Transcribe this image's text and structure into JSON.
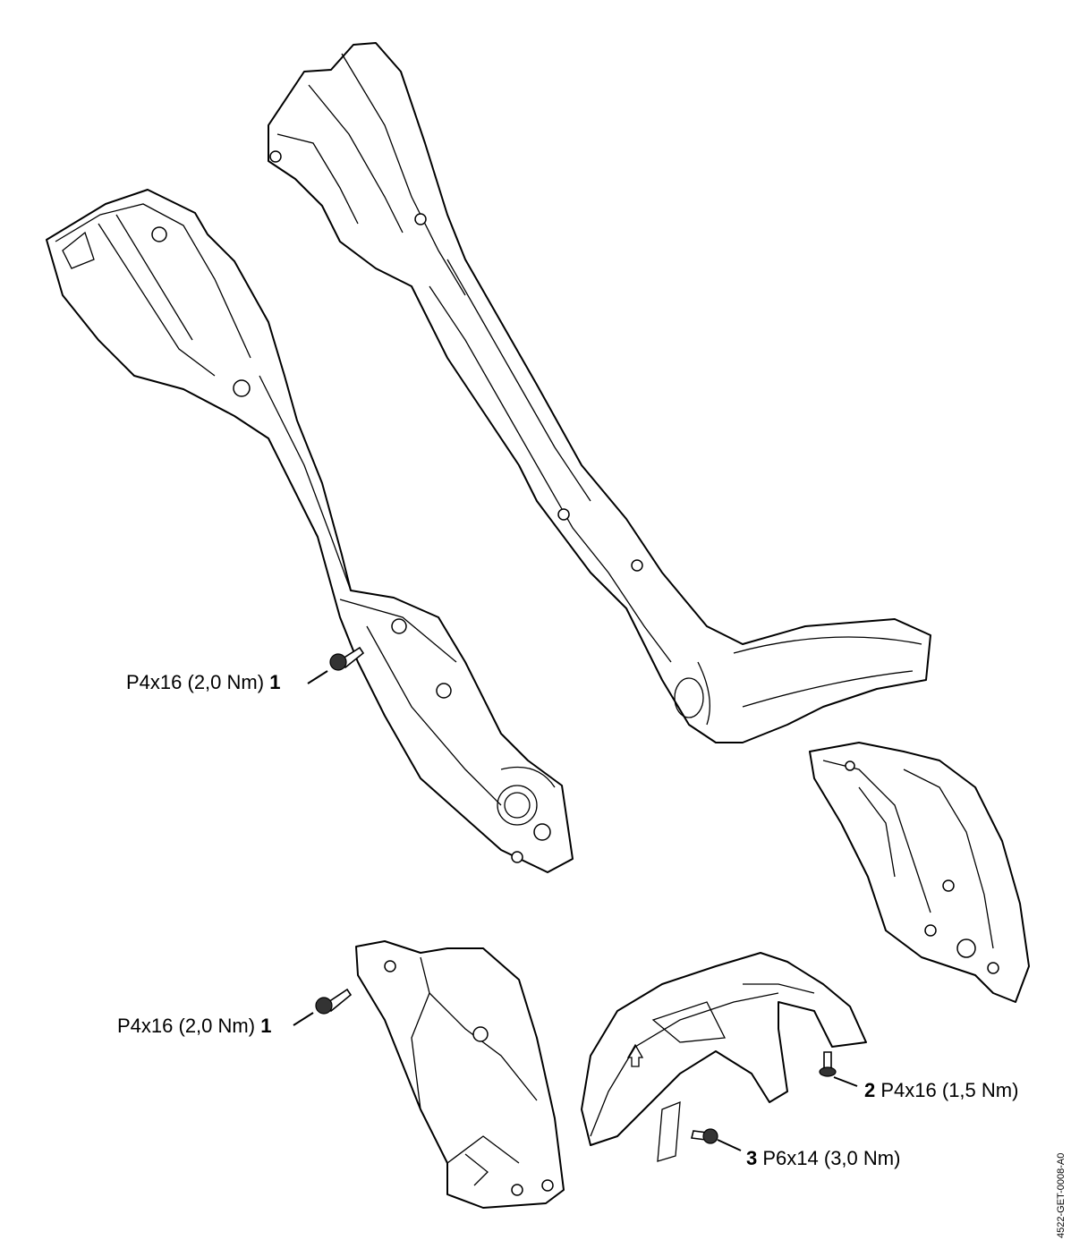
{
  "document_id": "4522-GET-0008-A0",
  "callouts": [
    {
      "number": "1",
      "spec": "P4x16 (2,0 Nm)"
    },
    {
      "number": "1",
      "spec": "P4x16 (2,0 Nm)"
    },
    {
      "number": "2",
      "spec": "P4x16 (1,5 Nm)"
    },
    {
      "number": "3",
      "spec": "P6x14 (3,0 Nm)"
    }
  ]
}
